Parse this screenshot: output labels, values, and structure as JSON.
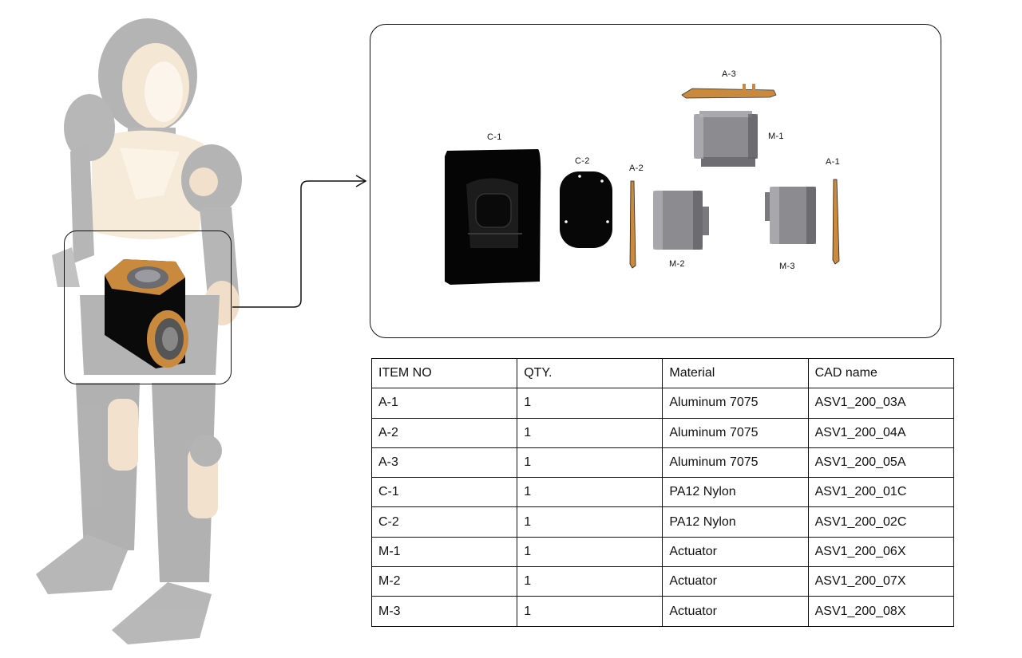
{
  "parts": {
    "A-1": "A-1",
    "A-2": "A-2",
    "A-3": "A-3",
    "C-1": "C-1",
    "C-2": "C-2",
    "M-1": "M-1",
    "M-2": "M-2",
    "M-3": "M-3"
  },
  "table": {
    "headers": [
      "ITEM NO",
      "QTY.",
      "Material",
      "CAD name"
    ],
    "rows": [
      [
        "A-1",
        "1",
        "Aluminum 7075",
        "ASV1_200_03A"
      ],
      [
        "A-2",
        "1",
        "Aluminum 7075",
        "ASV1_200_04A"
      ],
      [
        "A-3",
        "1",
        "Aluminum 7075",
        "ASV1_200_05A"
      ],
      [
        "C-1",
        "1",
        "PA12 Nylon",
        "ASV1_200_01C"
      ],
      [
        "C-2",
        "1",
        "PA12 Nylon",
        "ASV1_200_02C"
      ],
      [
        "M-1",
        "1",
        "Actuator",
        "ASV1_200_06X"
      ],
      [
        "M-2",
        "1",
        "Actuator",
        "ASV1_200_07X"
      ],
      [
        "M-3",
        "1",
        "Actuator",
        "ASV1_200_08X"
      ]
    ]
  },
  "colors": {
    "bronze": "#c98a3e",
    "body_black": "#0a0a0a",
    "actuator_gray": "#8c8c90"
  }
}
